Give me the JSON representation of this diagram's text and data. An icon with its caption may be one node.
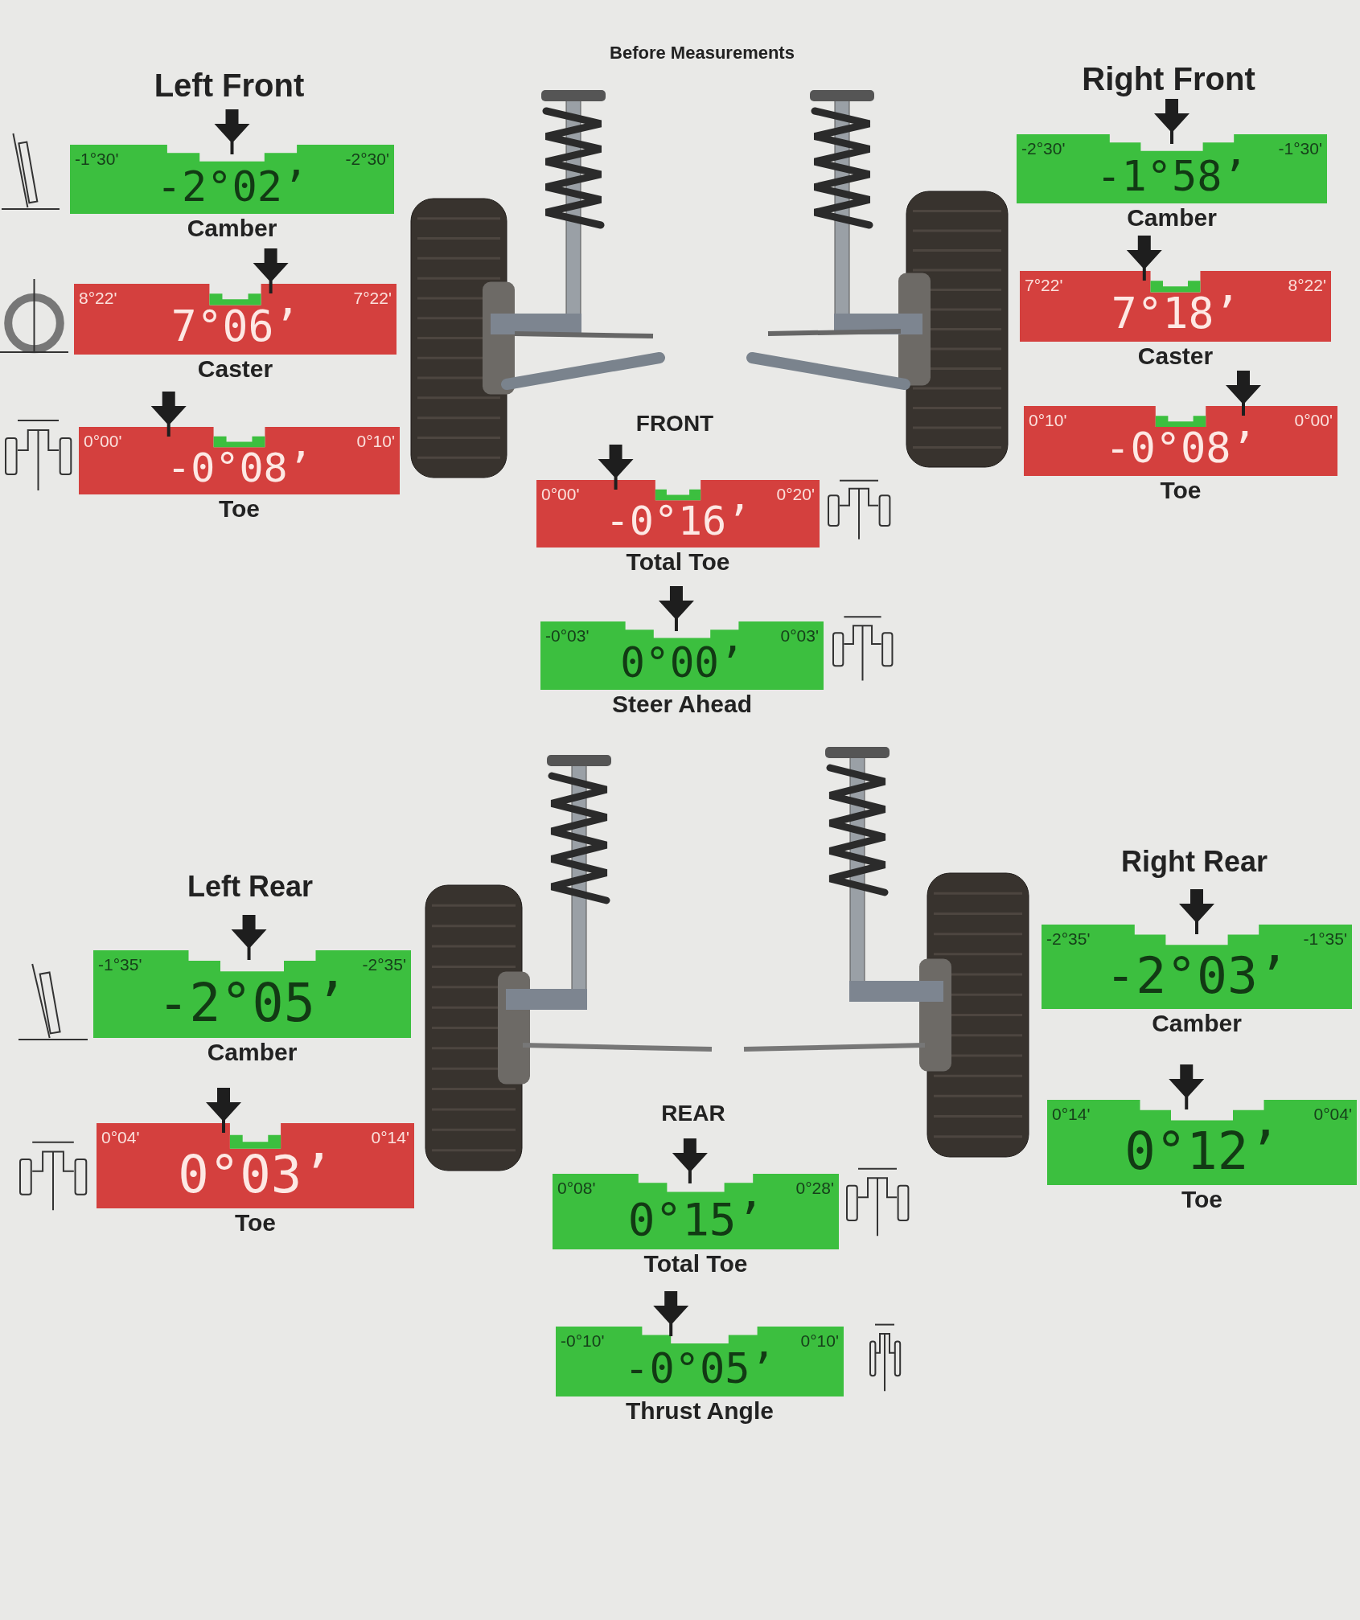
{
  "diagram": {
    "title": "Before Measurements",
    "nodes": [
      {
        "text": [
          "-1°30'",
          "-2°02’",
          "-2°30'"
        ],
        "beside": [
          "Camber"
        ]
      },
      {
        "text": [
          "8°22'",
          "7°06’",
          "7°22'"
        ],
        "beside": [
          "Caster"
        ]
      },
      {
        "text": [
          "0°00'",
          "-0°08’",
          "0°10'"
        ],
        "beside": [
          "Toe"
        ]
      },
      {
        "text": [
          "-2°30'",
          "-1°58’",
          "-1°30'"
        ],
        "beside": [
          "Camber"
        ]
      },
      {
        "text": [
          "7°22'",
          "7°18’",
          "8°22'"
        ],
        "beside": [
          "Caster"
        ]
      },
      {
        "text": [
          "0°10'",
          "-0°08’",
          "0°00'"
        ],
        "beside": [
          "Toe"
        ]
      },
      {
        "text": [
          "0°00'",
          "-0°16’",
          "0°20'"
        ],
        "beside": [
          "Total Toe"
        ]
      },
      {
        "text": [
          "-0°03'",
          "0°00’",
          "0°03'"
        ],
        "beside": [
          "Steer Ahead"
        ]
      },
      {
        "text": [
          "-1°35'",
          "-2°05’",
          "-2°35'"
        ],
        "beside": [
          "Camber"
        ]
      },
      {
        "text": [
          "0°04'",
          "0°03’",
          "0°14'"
        ],
        "beside": [
          "Toe"
        ]
      },
      {
        "text": [
          "-2°35'",
          "-2°03’",
          "-1°35'"
        ],
        "beside": [
          "Camber"
        ]
      },
      {
        "text": [
          "0°14'",
          "0°12’",
          "0°04'"
        ],
        "beside": [
          "Toe"
        ]
      },
      {
        "text": [
          "0°08'",
          "0°15’",
          "0°28'"
        ],
        "beside": [
          "Total Toe"
        ]
      },
      {
        "text": [
          "-0°10'",
          "-0°05’",
          "0°10'"
        ],
        "beside": [
          "Thrust Angle"
        ]
      }
    ],
    "labels": [
      "Left Front",
      "Right Front",
      "FRONT",
      "Right Rear",
      "Left Rear",
      "REAR"
    ]
  }
}
